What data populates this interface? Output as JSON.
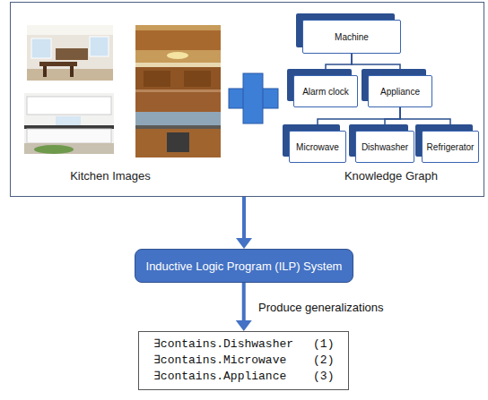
{
  "diagram": {
    "nodes": [
      {
        "text": [
          "Kitchen Images",
          "Knowledge Graph"
        ]
      },
      {
        "text": [
          "Machine"
        ],
        "in": 0
      },
      {
        "text": [
          "Alarm clock"
        ],
        "in": 0
      },
      {
        "text": [
          "Appliance"
        ],
        "in": 0
      },
      {
        "text": [
          "Microwave"
        ],
        "in": 0
      },
      {
        "text": [
          "Dishwasher"
        ],
        "in": 0
      },
      {
        "text": [
          "Refrigerator"
        ],
        "in": 0
      },
      {
        "text": [
          "Inductive Logic Program (ILP) System"
        ]
      },
      {
        "text": [
          "∃contains.Dishwasher",
          "(1)",
          "∃contains.Microwave",
          "(2)",
          "∃contains.Appliance",
          "(3)"
        ]
      }
    ],
    "edges": [
      {
        "from": 1,
        "to": 2,
        "arrow": "none"
      },
      {
        "from": 1,
        "to": 3,
        "arrow": "none"
      },
      {
        "from": 3,
        "to": 4,
        "arrow": "none"
      },
      {
        "from": 3,
        "to": 5,
        "arrow": "none"
      },
      {
        "from": 3,
        "to": 6,
        "arrow": "none"
      },
      {
        "from": 0,
        "to": 7,
        "arrow": "to"
      },
      {
        "from": 7,
        "to": 8,
        "label": "Produce generalizations",
        "arrow": "to"
      }
    ]
  }
}
